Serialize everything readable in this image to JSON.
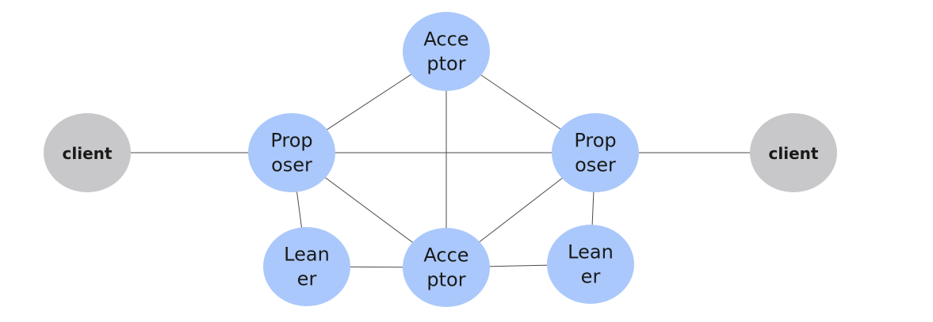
{
  "colors": {
    "role_fill": "#aac8fb",
    "client_fill": "#c8c8ca",
    "edge": "#4a4a4a",
    "text": "#1a1a1a"
  },
  "nodes": [
    {
      "id": "acceptor-top",
      "kind": "role",
      "lines": [
        "Acce",
        "ptor"
      ]
    },
    {
      "id": "proposer-left",
      "kind": "role",
      "lines": [
        "Prop",
        "oser"
      ]
    },
    {
      "id": "proposer-right",
      "kind": "role",
      "lines": [
        "Prop",
        "oser"
      ]
    },
    {
      "id": "client-left",
      "kind": "client",
      "lines": [
        "client"
      ]
    },
    {
      "id": "client-right",
      "kind": "client",
      "lines": [
        "client"
      ]
    },
    {
      "id": "learner-left",
      "kind": "role",
      "lines": [
        "Lean",
        "er"
      ]
    },
    {
      "id": "acceptor-bottom",
      "kind": "role",
      "lines": [
        "Acce",
        "ptor"
      ]
    },
    {
      "id": "learner-right",
      "kind": "role",
      "lines": [
        "Lean",
        "er"
      ]
    }
  ],
  "edges": [
    [
      "client-left",
      "proposer-left"
    ],
    [
      "proposer-left",
      "proposer-right"
    ],
    [
      "proposer-right",
      "client-right"
    ],
    [
      "acceptor-top",
      "proposer-left"
    ],
    [
      "acceptor-top",
      "proposer-right"
    ],
    [
      "acceptor-top",
      "acceptor-bottom"
    ],
    [
      "proposer-left",
      "learner-left"
    ],
    [
      "proposer-left",
      "acceptor-bottom"
    ],
    [
      "learner-left",
      "acceptor-bottom"
    ],
    [
      "acceptor-bottom",
      "learner-right"
    ],
    [
      "acceptor-bottom",
      "proposer-right"
    ],
    [
      "learner-right",
      "proposer-right"
    ]
  ]
}
